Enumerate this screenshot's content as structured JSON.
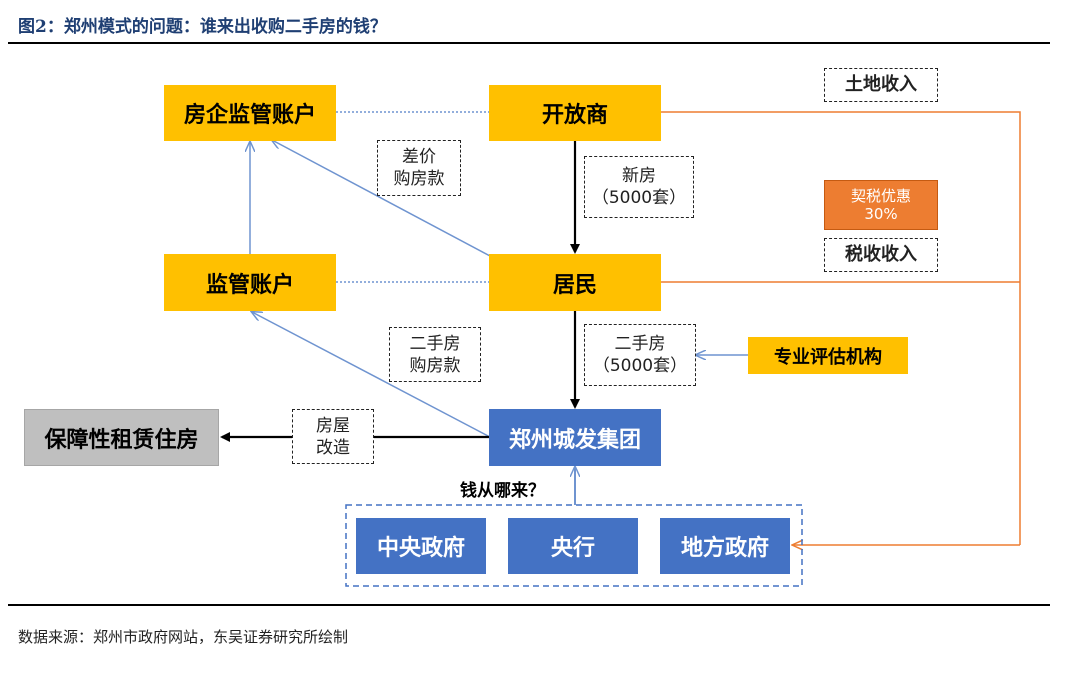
{
  "header": {
    "title": "图2：郑州模式的问题：谁来出收购二手房的钱？"
  },
  "footer": {
    "source": "数据来源：郑州市政府网站，东吴证券研究所绘制"
  },
  "nodes": {
    "escrow_developer": "房企监管账户",
    "developer": "开放商",
    "escrow": "监管账户",
    "residents": "居民",
    "group": "郑州城发集团",
    "housing": "保障性租赁住房",
    "appraiser": "专业评估机构",
    "central_gov": "中央政府",
    "central_bank": "央行",
    "local_gov": "地方政府"
  },
  "labels": {
    "diff_l1": "差价",
    "diff_l2": "购房款",
    "new_l1": "新房",
    "new_l2": "（5000套）",
    "second_pay_l1": "二手房",
    "second_pay_l2": "购房款",
    "second_l1": "二手房",
    "second_l2": "（5000套）",
    "renovate_l1": "房屋",
    "renovate_l2": "改造",
    "land_income": "土地收入",
    "tax_income": "税收收入",
    "tax_discount_l1": "契税优惠",
    "tax_discount_l2": "30%",
    "money_question": "钱从哪来？"
  },
  "colors": {
    "yellow": "#ffc000",
    "blue": "#4472c4",
    "orange": "#ed7d31",
    "line_blue": "#6f94d0",
    "gray": "#bfbfbf"
  }
}
